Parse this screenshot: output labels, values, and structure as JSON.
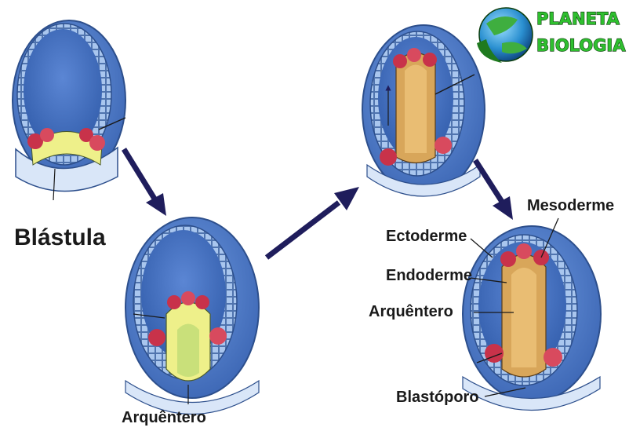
{
  "logo": {
    "line1": "PLANETA",
    "line2": "BIOLOGIA"
  },
  "labels": {
    "blastula": "Blástula",
    "arquentero_gastrula": "Arquêntero",
    "mesoderme": "Mesoderme",
    "ectoderme": "Ectoderme",
    "endoderme": "Endoderme",
    "arquentero": "Arquêntero",
    "blastoporo": "Blastóporo"
  },
  "colors": {
    "embryo_blue": "#4a78c4",
    "cavity_blue": "#3f6fc0",
    "cell_light": "#a9c6ee",
    "mesoderm_red": "#c8324a",
    "endoderm_yellow": "#eef08a",
    "archenteron_tan": "#d8a65a",
    "arrow_navy": "#1f1d5c"
  }
}
